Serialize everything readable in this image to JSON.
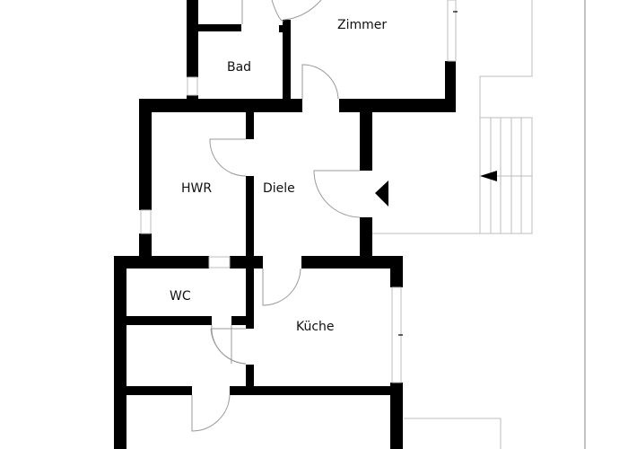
{
  "floorplan": {
    "rooms": [
      {
        "id": "zimmer",
        "label": "Zimmer"
      },
      {
        "id": "bad",
        "label": "Bad"
      },
      {
        "id": "hwr",
        "label": "HWR"
      },
      {
        "id": "diele",
        "label": "Diele"
      },
      {
        "id": "wc",
        "label": "WC"
      },
      {
        "id": "kueche",
        "label": "Küche"
      }
    ],
    "symbols": {
      "entrance_arrow": "entrance-arrow-icon",
      "stair_arrow": "stair-direction-arrow-icon"
    },
    "colors": {
      "wall": "#000000",
      "line": "#bdbdbd",
      "background": "#ffffff"
    }
  }
}
